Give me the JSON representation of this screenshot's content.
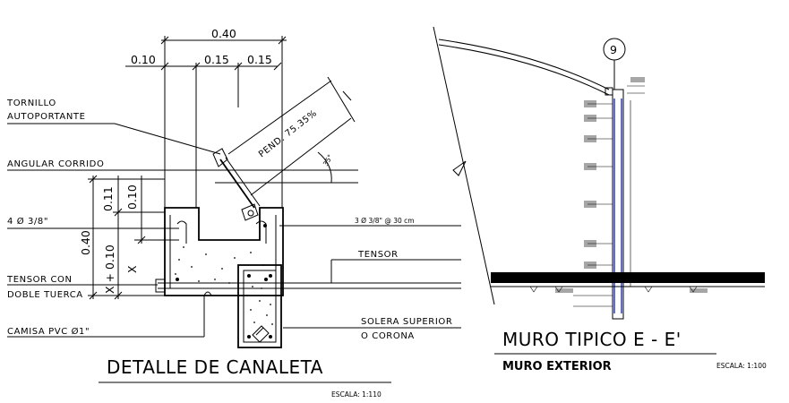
{
  "left_detail": {
    "dimensions": {
      "total_width": "0.40",
      "seg_a": "0.10",
      "seg_b": "0.15",
      "seg_c": "0.15",
      "vert_a": "0.11",
      "vert_b": "0.10",
      "vert_total": "0.40",
      "vert_x": "X + 0.10",
      "x_mark": "X"
    },
    "labels": {
      "tornillo_line1": "TORNILLO",
      "tornillo_line2": "AUTOPORTANTE",
      "angular": "ANGULAR CORRIDO",
      "rebar_4": "4 Ø 3/8\"",
      "tensor_con": "TENSOR CON",
      "doble_tuerca": "DOBLE TUERCA",
      "camisa": "CAMISA PVC Ø1\"",
      "rebar_3": "3 Ø 3/8\" @ 30 cm",
      "tensor": "TENSOR",
      "solera_line1": "SOLERA SUPERIOR",
      "solera_line2": "O CORONA",
      "pendiente": "PEND. 75.35%",
      "angle": "35°"
    },
    "title": "DETALLE DE CANALETA",
    "scale": "ESCALA:  1:110"
  },
  "right_detail": {
    "axis_marker": "9",
    "title": "MURO TIPICO   E - E'",
    "subtitle": "MURO EXTERIOR",
    "scale": "ESCALA:  1:100"
  },
  "colors": {
    "line": "#000000",
    "accent_blue": "#1a2fd6",
    "background": "#ffffff"
  }
}
